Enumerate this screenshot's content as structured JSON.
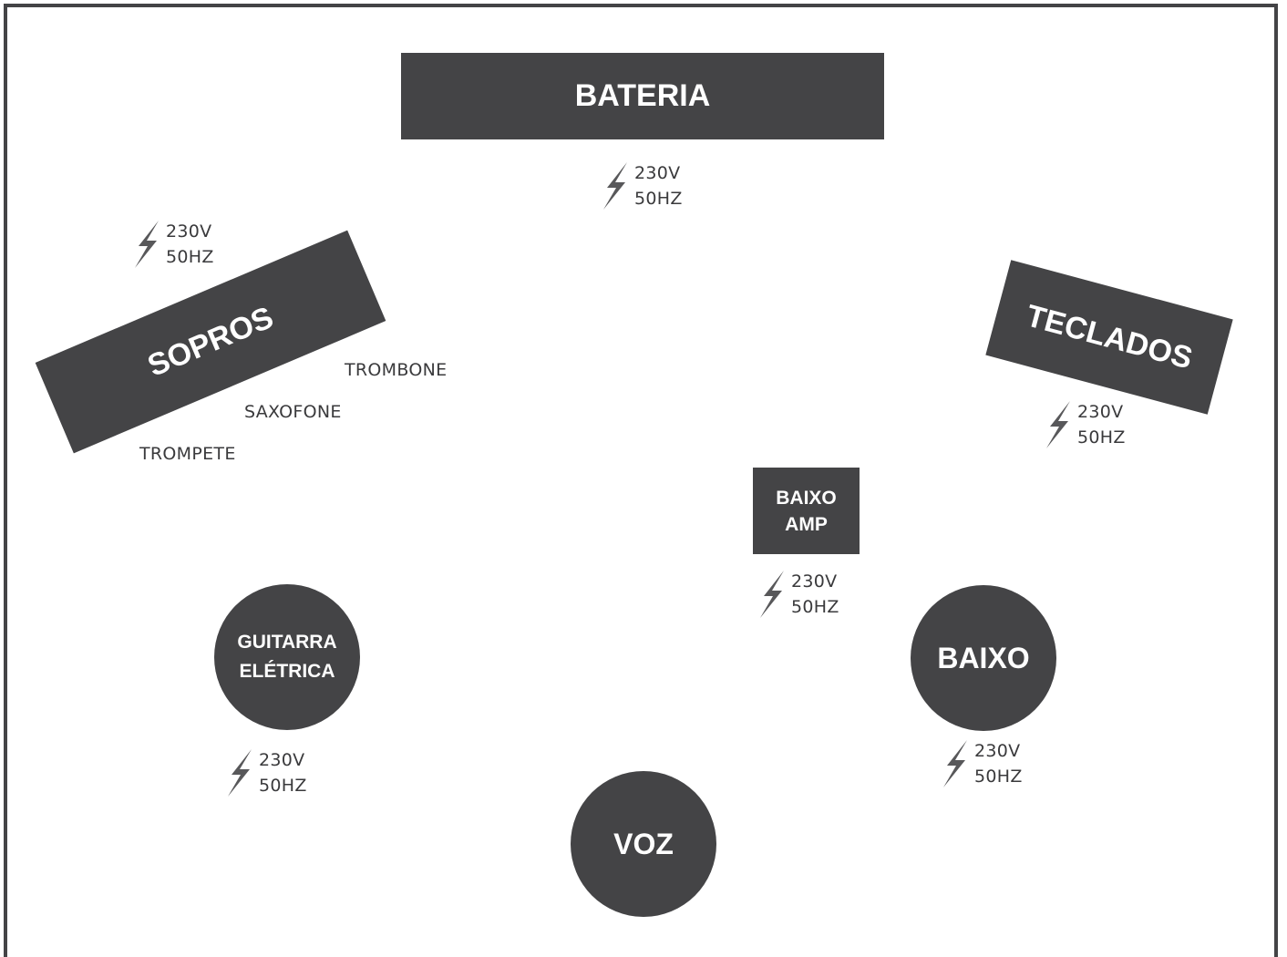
{
  "stage": {
    "bateria": "BATERIA",
    "sopros": "SOPROS",
    "teclados": "TECLADOS",
    "baixo_amp": [
      "BAIXO",
      "AMP"
    ],
    "guitarra": [
      "GUITARRA",
      "ELÉTRICA"
    ],
    "baixo": "BAIXO",
    "voz": "VOZ"
  },
  "instruments": {
    "trombone": "TROMBONE",
    "saxofone": "SAXOFONE",
    "trompete": "TROMPETE"
  },
  "power": {
    "voltage": "230V",
    "frequency": "50HZ",
    "icon": "lightning-bolt-icon"
  },
  "colors": {
    "block": "#444446",
    "text_on_block": "#ffffff",
    "border": "#444446",
    "icon": "#58585a"
  }
}
